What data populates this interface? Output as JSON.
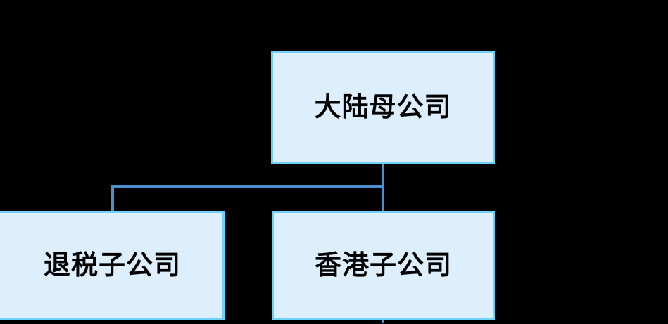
{
  "diagram": {
    "type": "org-chart",
    "background_color": "#000000",
    "node_fill_color": "#ddeffc",
    "node_border_color": "#6fd0fb",
    "connector_color": "#4a90d0",
    "text_color": "#000000",
    "nodes": [
      {
        "id": "parent",
        "label": "大陆母公司"
      },
      {
        "id": "child_left",
        "label": "退税子公司"
      },
      {
        "id": "child_right",
        "label": "香港子公司"
      }
    ],
    "edges": [
      {
        "from": "parent",
        "to": "child_left"
      },
      {
        "from": "parent",
        "to": "child_right"
      }
    ]
  }
}
